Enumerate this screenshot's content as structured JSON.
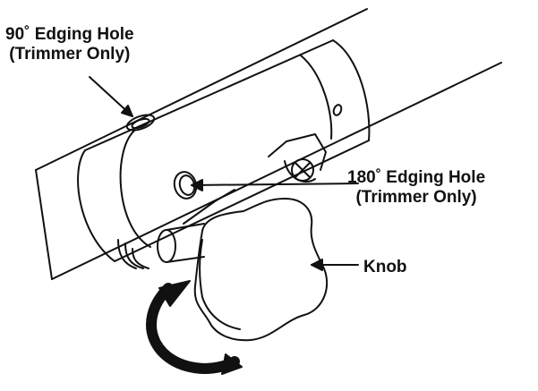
{
  "labels": {
    "edging_90": {
      "line1": "90˚ Edging Hole",
      "line2": "(Trimmer Only)"
    },
    "edging_180": {
      "line1": "180˚ Edging Hole",
      "line2": "(Trimmer Only)"
    },
    "knob": "Knob"
  },
  "colors": {
    "ink": "#111111",
    "background": "#ffffff"
  }
}
